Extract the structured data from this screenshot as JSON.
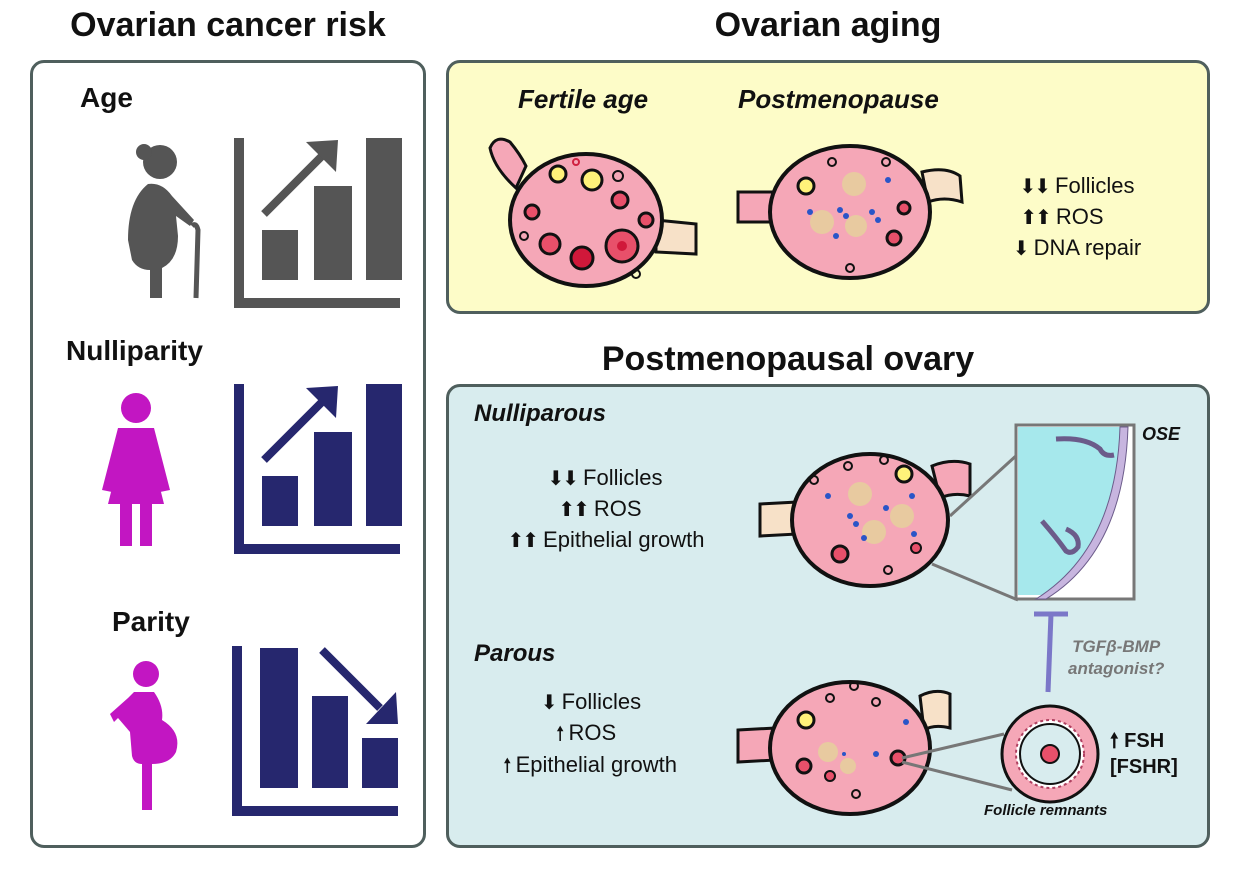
{
  "left": {
    "title": "Ovarian cancer risk",
    "rows": [
      {
        "label": "Age",
        "trend": "up",
        "figure_color": "#555555",
        "chart_color": "#555555"
      },
      {
        "label": "Nulliparity",
        "trend": "up",
        "figure_color": "#c216c2",
        "chart_color": "#26276e"
      },
      {
        "label": "Parity",
        "trend": "down",
        "figure_color": "#c216c2",
        "chart_color": "#26276e"
      }
    ]
  },
  "aging": {
    "title": "Ovarian aging",
    "bg_color": "#fdfcc8",
    "fertile_label": "Fertile age",
    "post_label": "Postmenopause",
    "stats": [
      {
        "arrow": "⬇⬇",
        "text": "Follicles"
      },
      {
        "arrow": "⬆⬆",
        "text": "ROS"
      },
      {
        "arrow": "⬇",
        "text": "DNA repair"
      }
    ]
  },
  "postmeno": {
    "title": "Postmenopausal ovary",
    "bg_color": "#d8ecee",
    "nulliparous": {
      "label": "Nulliparous",
      "stats": [
        {
          "arrow": "⬇⬇",
          "text": "Follicles"
        },
        {
          "arrow": "⬆⬆",
          "text": "ROS"
        },
        {
          "arrow": "⬆⬆",
          "text": "Epithelial growth"
        }
      ]
    },
    "parous": {
      "label": "Parous",
      "stats": [
        {
          "arrow": "⬇",
          "text": "Follicles"
        },
        {
          "arrow": "🠕",
          "text": "ROS"
        },
        {
          "arrow": "🠕",
          "text": "Epithelial growth"
        }
      ]
    },
    "ose_label": "OSE",
    "antagonist_line1": "TGFβ-BMP",
    "antagonist_line2": "antagonist?",
    "fsh_line1": "🠕 FSH",
    "fsh_line2": "[FSHR]",
    "remnants_label": "Follicle remnants"
  }
}
